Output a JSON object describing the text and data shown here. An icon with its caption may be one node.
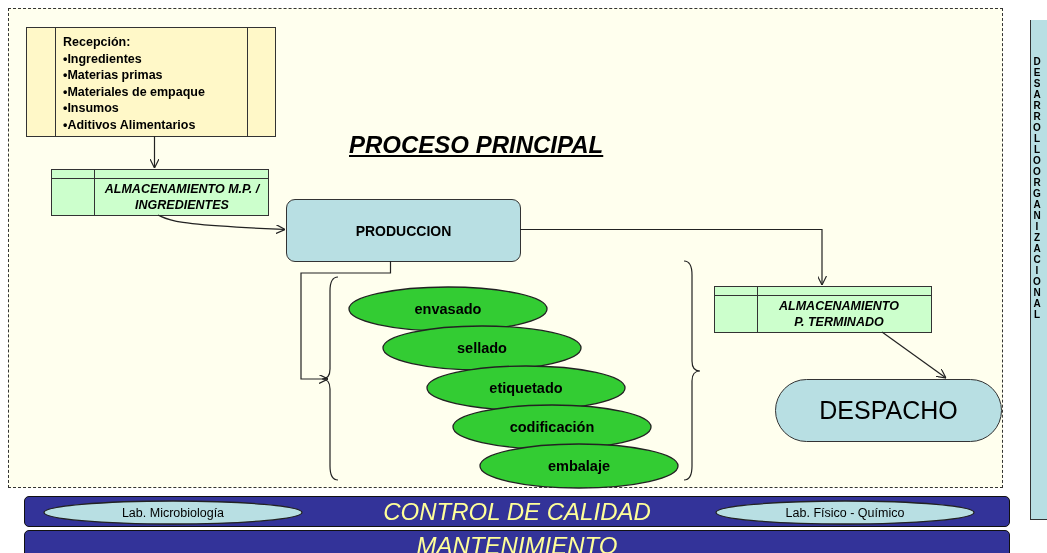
{
  "diagram": {
    "nodes": [
      {
        "text": [
          "PROCESO PRINCIPAL"
        ]
      },
      {
        "text": [
          "Recepción:",
          "•Ingredientes",
          "•Materias primas",
          "•Materiales de empaque",
          "•Insumos",
          "•Aditivos Alimentarios"
        ],
        "in": 0
      },
      {
        "text": [
          "ALMACENAMIENTO M.P. / INGREDIENTES"
        ],
        "in": 0
      },
      {
        "text": [
          "PRODUCCION"
        ],
        "in": 0
      },
      {
        "text": [
          "envasado"
        ],
        "in": 0
      },
      {
        "text": [
          "sellado"
        ],
        "in": 0
      },
      {
        "text": [
          "etiquetado"
        ],
        "in": 0
      },
      {
        "text": [
          "codificación"
        ],
        "in": 0
      },
      {
        "text": [
          "embalaje"
        ],
        "in": 0
      },
      {
        "text": [
          "ALMACENAMIENTO P. TERMINADO"
        ],
        "in": 0
      },
      {
        "text": [
          "DESPACHO"
        ],
        "in": 0
      },
      {
        "text": [
          "CONTROL DE CALIDAD"
        ]
      },
      {
        "text": [
          "Lab. Microbiología"
        ],
        "in": 11
      },
      {
        "text": [
          "Lab. Físico - Químico"
        ],
        "in": 11
      },
      {
        "text": [
          "MANTENIMIENTO"
        ]
      },
      {
        "text": [
          "DESARROLLO ORGANIZACIONAL"
        ]
      }
    ],
    "edges": [
      {
        "from": 1,
        "to": 2,
        "arrow": "to"
      },
      {
        "from": 2,
        "to": 3,
        "arrow": "to"
      },
      {
        "from": 3,
        "to": 9,
        "arrow": "to"
      },
      {
        "from": 3,
        "to": null,
        "arrow": "to"
      },
      {
        "from": 9,
        "to": 10,
        "arrow": "to"
      }
    ]
  }
}
